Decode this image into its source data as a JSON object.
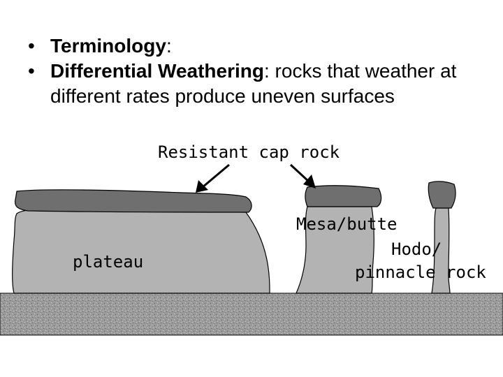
{
  "bullets": [
    {
      "term": "Terminology",
      "text": ":"
    },
    {
      "term": "Differential Weathering",
      "text": ": rocks that weather at different rates produce uneven surfaces"
    }
  ],
  "labels": {
    "cap_rock": "Resistant cap rock",
    "mesa": "Mesa/butte",
    "hodo": "Hodo/",
    "pinnacle": "pinnacle rock",
    "plateau": "plateau"
  },
  "colors": {
    "rock_body": "#b3b3b3",
    "cap_rock": "#6f6f6f",
    "ground": "#9a9a9a",
    "outline": "#000000"
  },
  "icons": [
    "cap-rock-arrow-icon",
    "cap-rock-arrow-icon"
  ]
}
